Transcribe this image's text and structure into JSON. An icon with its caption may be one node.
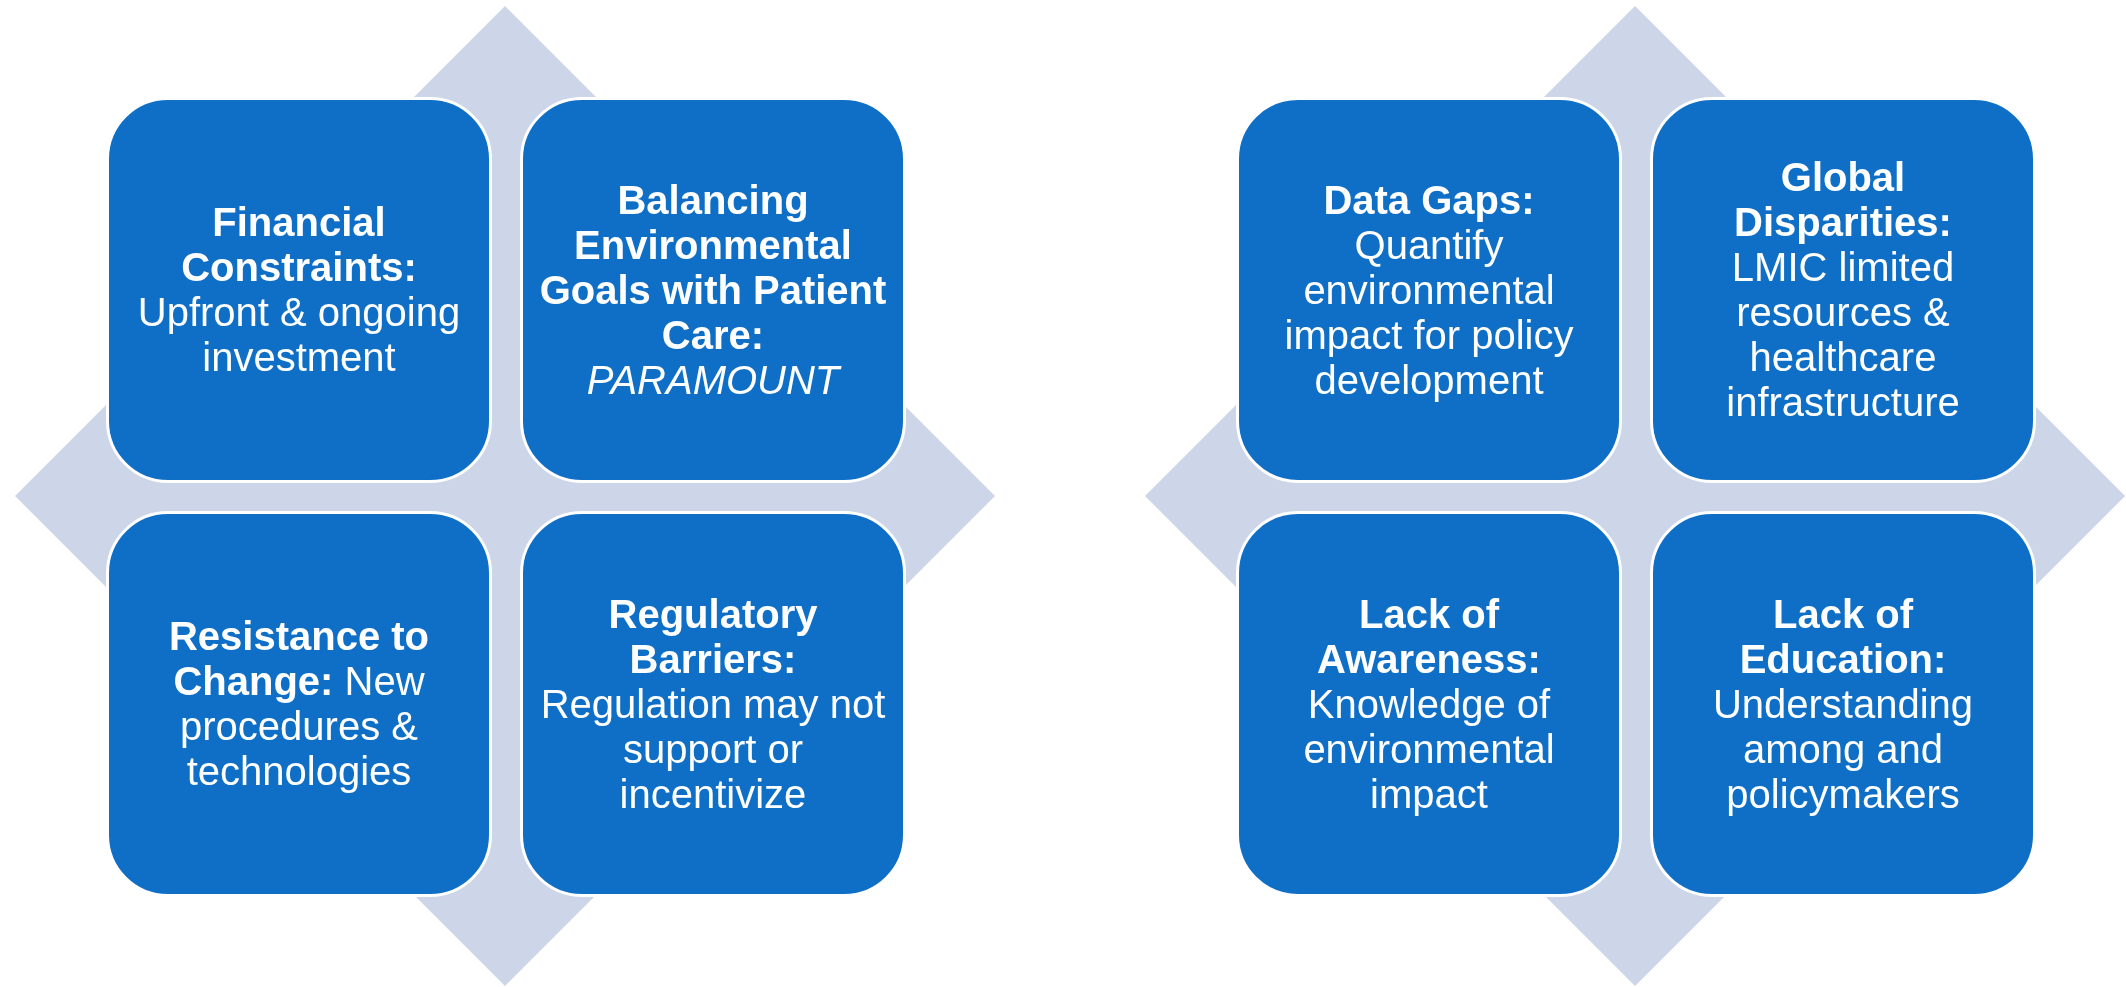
{
  "diagram": {
    "nodes": [
      {
        "text": [
          "Financial Constraints:",
          "Upfront & ongoing investment"
        ]
      },
      {
        "text": [
          "Balancing Environmental Goals with Patient Care:",
          "PARAMOUNT"
        ]
      },
      {
        "text": [
          "Resistance to Change:",
          "New procedures & technologies"
        ]
      },
      {
        "text": [
          "Regulatory Barriers:",
          "Regulation may not support or incentivize"
        ]
      },
      {
        "text": [
          "Data Gaps:",
          "Quantify environmental impact for policy development"
        ]
      },
      {
        "text": [
          "Global Disparities:",
          "LMIC limited resources & healthcare infrastructure"
        ]
      },
      {
        "text": [
          "Lack of Awareness:",
          "Knowledge of environmental impact"
        ]
      },
      {
        "text": [
          "Lack of Education:",
          "Understanding among and policymakers"
        ]
      }
    ]
  }
}
